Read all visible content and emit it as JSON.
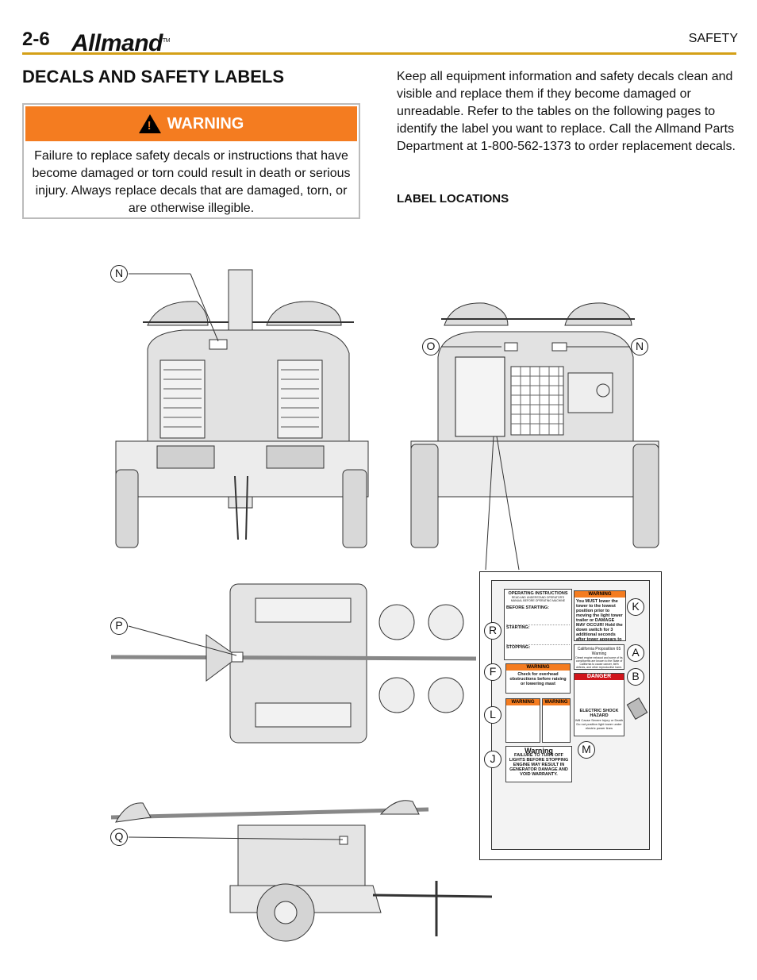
{
  "header": {
    "page_number": "2-6",
    "brand": "Allmand",
    "trademark": "TM",
    "section": "SAFETY"
  },
  "heading": "DECALS AND SAFETY LABELS",
  "warning_box": {
    "label": "WARNING",
    "text": "Failure to replace safety decals or instructions that have become damaged or torn could result in death or serious injury. Always replace decals that are damaged, torn, or are otherwise illegible."
  },
  "intro": "Keep all equipment information and safety decals clean and visible and replace them if they become damaged or unreadable. Refer to the tables on the following pages to identify the label you want to replace. Call the Allmand Parts Department at 1-800-562-1373 to order replacement decals.",
  "label_locations": "LABEL LOCATIONS",
  "callouts": {
    "n_front": "N",
    "o": "O",
    "n_rear": "N",
    "p": "P",
    "q": "Q",
    "r": "R",
    "f": "F",
    "l": "L",
    "j": "J",
    "k": "K",
    "a": "A",
    "b": "B",
    "m": "M"
  },
  "decals": {
    "operating": {
      "title": "OPERATING INSTRUCTIONS",
      "sub": "READ AND UNDERSTAND OPERATOR'S MANUAL BEFORE OPERATING MACHINE",
      "before": "BEFORE STARTING:",
      "starting": "STARTING:",
      "stopping": "STOPPING:"
    },
    "warn_k": {
      "label": "WARNING",
      "text": "You MUST lower the tower to the lowest position prior to moving the light tower trailer or DAMAGE MAY OCCUR! Hold the down switch for 3 additional seconds after tower appears to be down."
    },
    "california": {
      "title": "California Proposition 65 Warning",
      "text": "Diesel engine exhaust and some of its constituents are known to the State of California to cause cancer, birth defects, and other reproductive harm."
    },
    "warn_f": {
      "label": "WARNING",
      "text": "Check for overhead obstructions before raising or lowering mast"
    },
    "danger_b": {
      "label": "DANGER",
      "title": "ELECTRIC SHOCK HAZARD",
      "text": "Will Cause Severe Injury or Death",
      "text2": "Do not position light tower under electric power lines"
    },
    "warn_l1": {
      "label": "WARNING"
    },
    "warn_l2": {
      "label": "WARNING"
    },
    "warn_j": {
      "label": "Warning",
      "text": "FAILURE TO TURN OFF LIGHTS BEFORE STOPPING ENGINE MAY RESULT IN GENERATOR DAMAGE AND VOID WARRANTY."
    }
  },
  "colors": {
    "accent_rule": "#d4a017",
    "warning_orange": "#f47c20",
    "danger_red": "#d0141a"
  }
}
